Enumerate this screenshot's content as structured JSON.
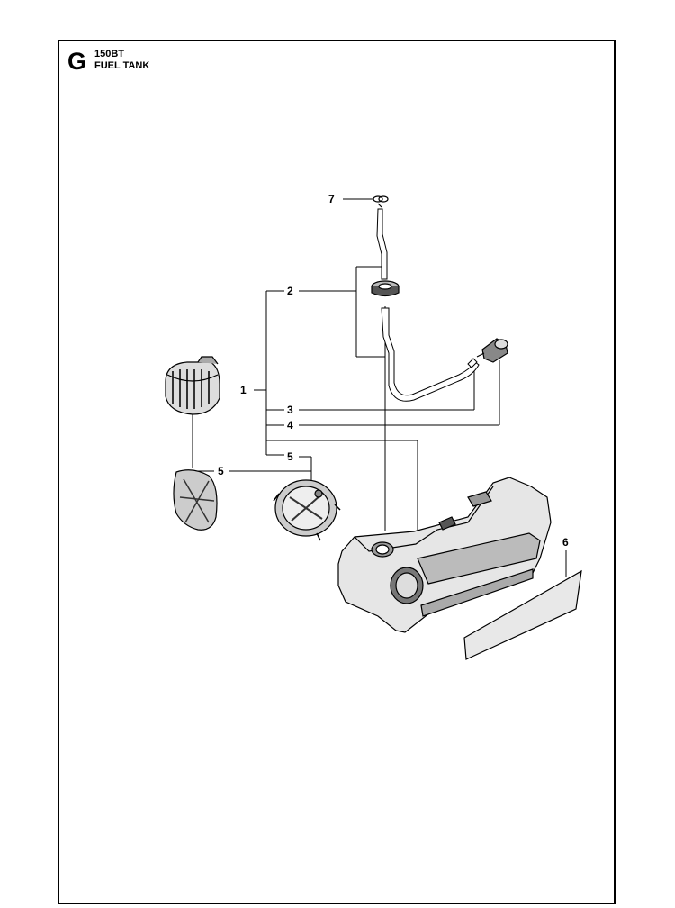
{
  "header": {
    "section_letter": "G",
    "model": "150BT",
    "title": "FUEL TANK"
  },
  "callouts": [
    "1",
    "2",
    "3",
    "4",
    "5",
    "5",
    "6",
    "7"
  ]
}
